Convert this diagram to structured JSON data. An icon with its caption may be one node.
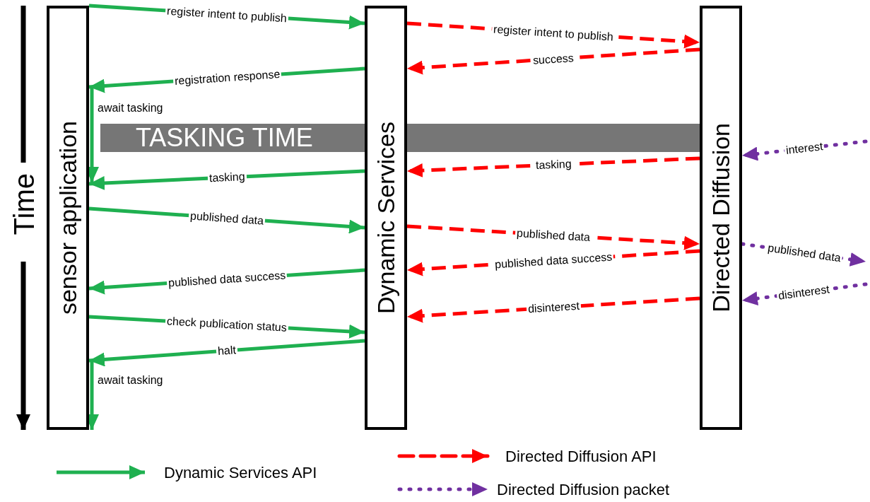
{
  "diagram": {
    "nodes": [
      {
        "text": [
          "sensor application"
        ]
      },
      {
        "text": [
          "Dynamic Services"
        ]
      },
      {
        "text": [
          "Directed Diffusion"
        ]
      },
      {
        "text": [
          "TASKING TIME"
        ]
      }
    ],
    "edges": [
      {
        "from": 0,
        "to": 1,
        "arrow": "to",
        "label": "register intent to publish"
      },
      {
        "from": 1,
        "to": 2,
        "arrow": "to",
        "label": "register intent to publish",
        "style": "dashed",
        "color": "#ff0000"
      },
      {
        "from": 2,
        "to": 1,
        "arrow": "to",
        "label": "success",
        "style": "dashed",
        "color": "#ff0000"
      },
      {
        "from": 1,
        "to": 0,
        "arrow": "to",
        "label": "registration response"
      },
      {
        "from": 0,
        "to": 0,
        "arrow": "to",
        "label": "await tasking"
      },
      {
        "from": null,
        "to": 2,
        "arrow": "to",
        "label": "interest",
        "style": "dashed",
        "color": "#7030a0"
      },
      {
        "from": 2,
        "to": 1,
        "arrow": "to",
        "label": "tasking",
        "style": "dashed",
        "color": "#ff0000"
      },
      {
        "from": 1,
        "to": 0,
        "arrow": "to",
        "label": "tasking"
      },
      {
        "from": 0,
        "to": 1,
        "arrow": "to",
        "label": "published data"
      },
      {
        "from": 1,
        "to": 2,
        "arrow": "to",
        "label": "published data",
        "style": "dashed",
        "color": "#ff0000"
      },
      {
        "from": 2,
        "to": null,
        "arrow": "to",
        "label": "published data",
        "style": "dashed",
        "color": "#7030a0"
      },
      {
        "from": 2,
        "to": 1,
        "arrow": "to",
        "label": "published data success",
        "style": "dashed",
        "color": "#ff0000"
      },
      {
        "from": 1,
        "to": 0,
        "arrow": "to",
        "label": "published data success"
      },
      {
        "from": null,
        "to": 2,
        "arrow": "to",
        "label": "disinterest",
        "style": "dashed",
        "color": "#7030a0"
      },
      {
        "from": 2,
        "to": 1,
        "arrow": "to",
        "label": "disinterest",
        "style": "dashed",
        "color": "#ff0000"
      },
      {
        "from": 0,
        "to": 1,
        "arrow": "to",
        "label": "check publication status"
      },
      {
        "from": 1,
        "to": 0,
        "arrow": "to",
        "label": "halt"
      },
      {
        "from": 0,
        "to": 0,
        "arrow": "to",
        "label": "await tasking"
      }
    ],
    "labels": [
      "Time"
    ],
    "legend": [
      {
        "text": "Dynamic Services API"
      },
      {
        "text": "Directed Diffusion API"
      },
      {
        "text": "Directed Diffusion packet"
      }
    ]
  }
}
